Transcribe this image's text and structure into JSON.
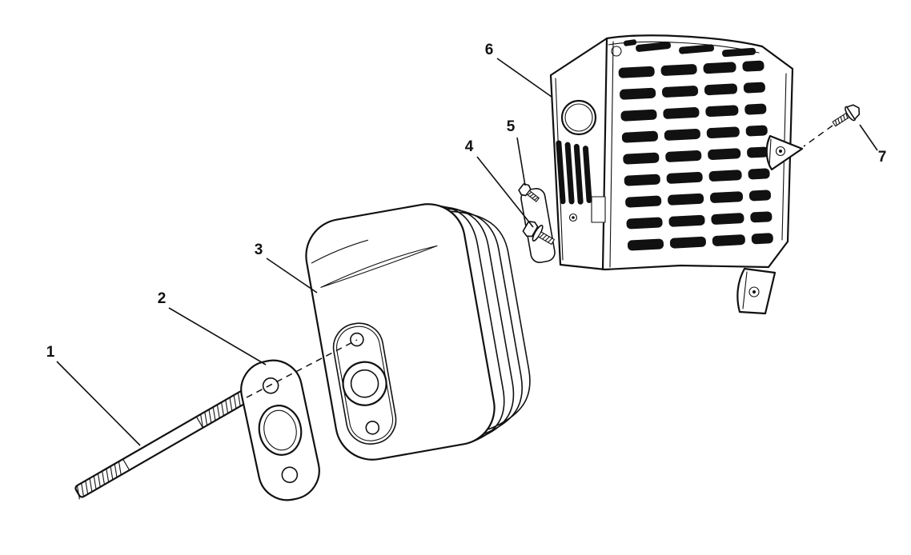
{
  "figure": {
    "type": "exploded-parts-diagram",
    "background_color": "#ffffff",
    "line_color": "#111111"
  },
  "callouts": [
    {
      "number": "1"
    },
    {
      "number": "2"
    },
    {
      "number": "3"
    },
    {
      "number": "4"
    },
    {
      "number": "5"
    },
    {
      "number": "6"
    },
    {
      "number": "7"
    }
  ]
}
